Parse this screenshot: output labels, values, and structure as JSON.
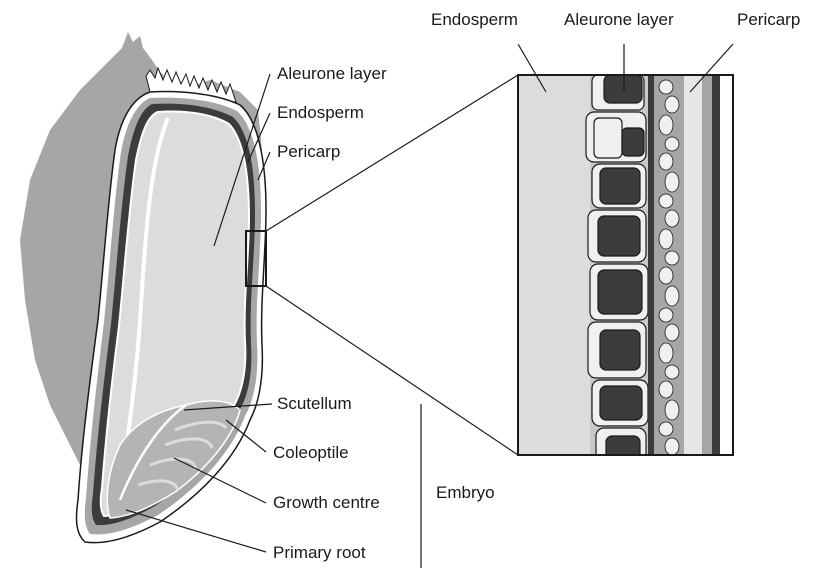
{
  "diagram": {
    "grain_labels": {
      "aleurone": "Aleurone layer",
      "endosperm": "Endosperm",
      "pericarp": "Pericarp"
    },
    "embryo_labels": {
      "scutellum": "Scutellum",
      "coleoptile": "Coleoptile",
      "growth_centre": "Growth centre",
      "primary_root": "Primary root",
      "group": "Embryo"
    },
    "detail_labels": {
      "endosperm": "Endosperm",
      "aleurone": "Aleurone layer",
      "pericarp": "Pericarp"
    }
  },
  "colors": {
    "outer_husk": "#a6a6a6",
    "dark_layer": "#3c3c3c",
    "endosperm": "#dcdcdc",
    "embryo": "#b4b4b4",
    "aleurone_cell": "#f0f0f0",
    "line": "#1a1a1a"
  }
}
